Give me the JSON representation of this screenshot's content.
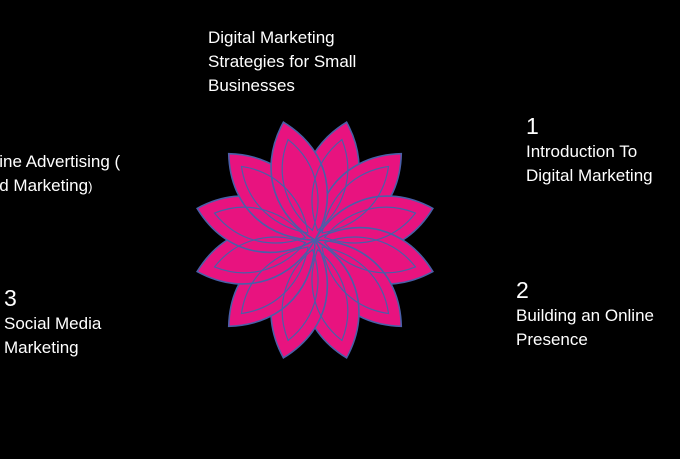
{
  "colors": {
    "background": "#000000",
    "text": "#ffffff",
    "petal_fill": "#E8137F",
    "petal_stroke": "#4A5FA8"
  },
  "title": {
    "lines": [
      "Digital Marketing",
      "Strategies for Small",
      "Businesses"
    ]
  },
  "items": [
    {
      "number": "1",
      "lines": [
        "Introduction To",
        "Digital Marketing"
      ]
    },
    {
      "number": "2",
      "lines": [
        "Building an Online",
        "Presence"
      ]
    },
    {
      "number": "3",
      "lines": [
        "Social Media",
        "Marketing"
      ]
    }
  ],
  "partial_item": {
    "line1": "nline Advertising (",
    "line2_main": "aid Marketing",
    "line2_tail": ")"
  },
  "center_graphic": {
    "icon": "flower-icon",
    "petal_count": 12
  }
}
